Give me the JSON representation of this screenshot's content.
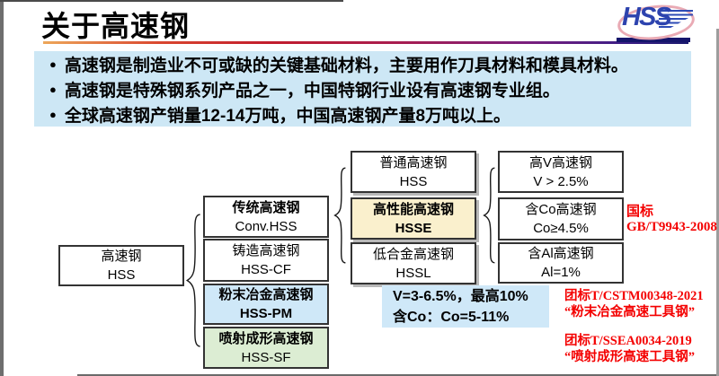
{
  "title": "关于高速钢",
  "logo": {
    "text": "HSS"
  },
  "bullets": [
    "高速钢是制造业不可或缺的关键基础材料，主要用作刀具材料和模具材料。",
    "高速钢是特殊钢系列产品之一，中国特钢行业设有高速钢专业组。",
    "全球高速钢产销量12-14万吨，中国高速钢产量8万吨以上。"
  ],
  "diagram": {
    "root": {
      "line1": "高速钢",
      "line2": "HSS"
    },
    "process_types": [
      {
        "line1": "传统高速钢",
        "line2": "Conv.HSS"
      },
      {
        "line1": "铸造高速钢",
        "line2": "HSS-CF"
      },
      {
        "line1": "粉末冶金高速钢",
        "line2": "HSS-PM"
      },
      {
        "line1": "喷射成形高速钢",
        "line2": "HSS-SF"
      }
    ],
    "performance_types": [
      {
        "line1": "普通高速钢",
        "line2": "HSS"
      },
      {
        "line1": "高性能高速钢",
        "line2": "HSSE"
      },
      {
        "line1": "低合金高速钢",
        "line2": "HSSL"
      }
    ],
    "alloy_types": [
      {
        "line1": "高V高速钢",
        "line2": "V > 2.5%"
      },
      {
        "line1": "含Co高速钢",
        "line2": "Co≥4.5%"
      },
      {
        "line1": "含Al高速钢",
        "line2": "Al=1%"
      }
    ],
    "national_standard": {
      "line1": "国标",
      "line2": "GB/T9943-2008"
    },
    "composition_note": {
      "line1": "V=3-6.5%，最高10%",
      "line2": "含Co：Co=5-11%"
    },
    "group_standards": [
      {
        "line1": "团标T/CSTM00348-2021",
        "line2": "“粉末冶金高速工具钢”"
      },
      {
        "line1": "团标T/SSEA0034-2019",
        "line2": "“喷射成形高速工具钢”"
      }
    ]
  },
  "colors": {
    "bullet_panel_bg": "#cde7f5",
    "hsse_box_bg": "#faf0cd",
    "hss_pm_box_bg": "#cfe8f8",
    "hss_sf_box_bg": "#dcedd3",
    "composition_note_bg": "#cfe8f8",
    "standard_text_red": "#f40000",
    "logo_blue": "#2d43ae",
    "logo_pink": "#e9aab4",
    "title_rule_start": "#eda75a",
    "title_rule_end": "#1a1a6e"
  }
}
